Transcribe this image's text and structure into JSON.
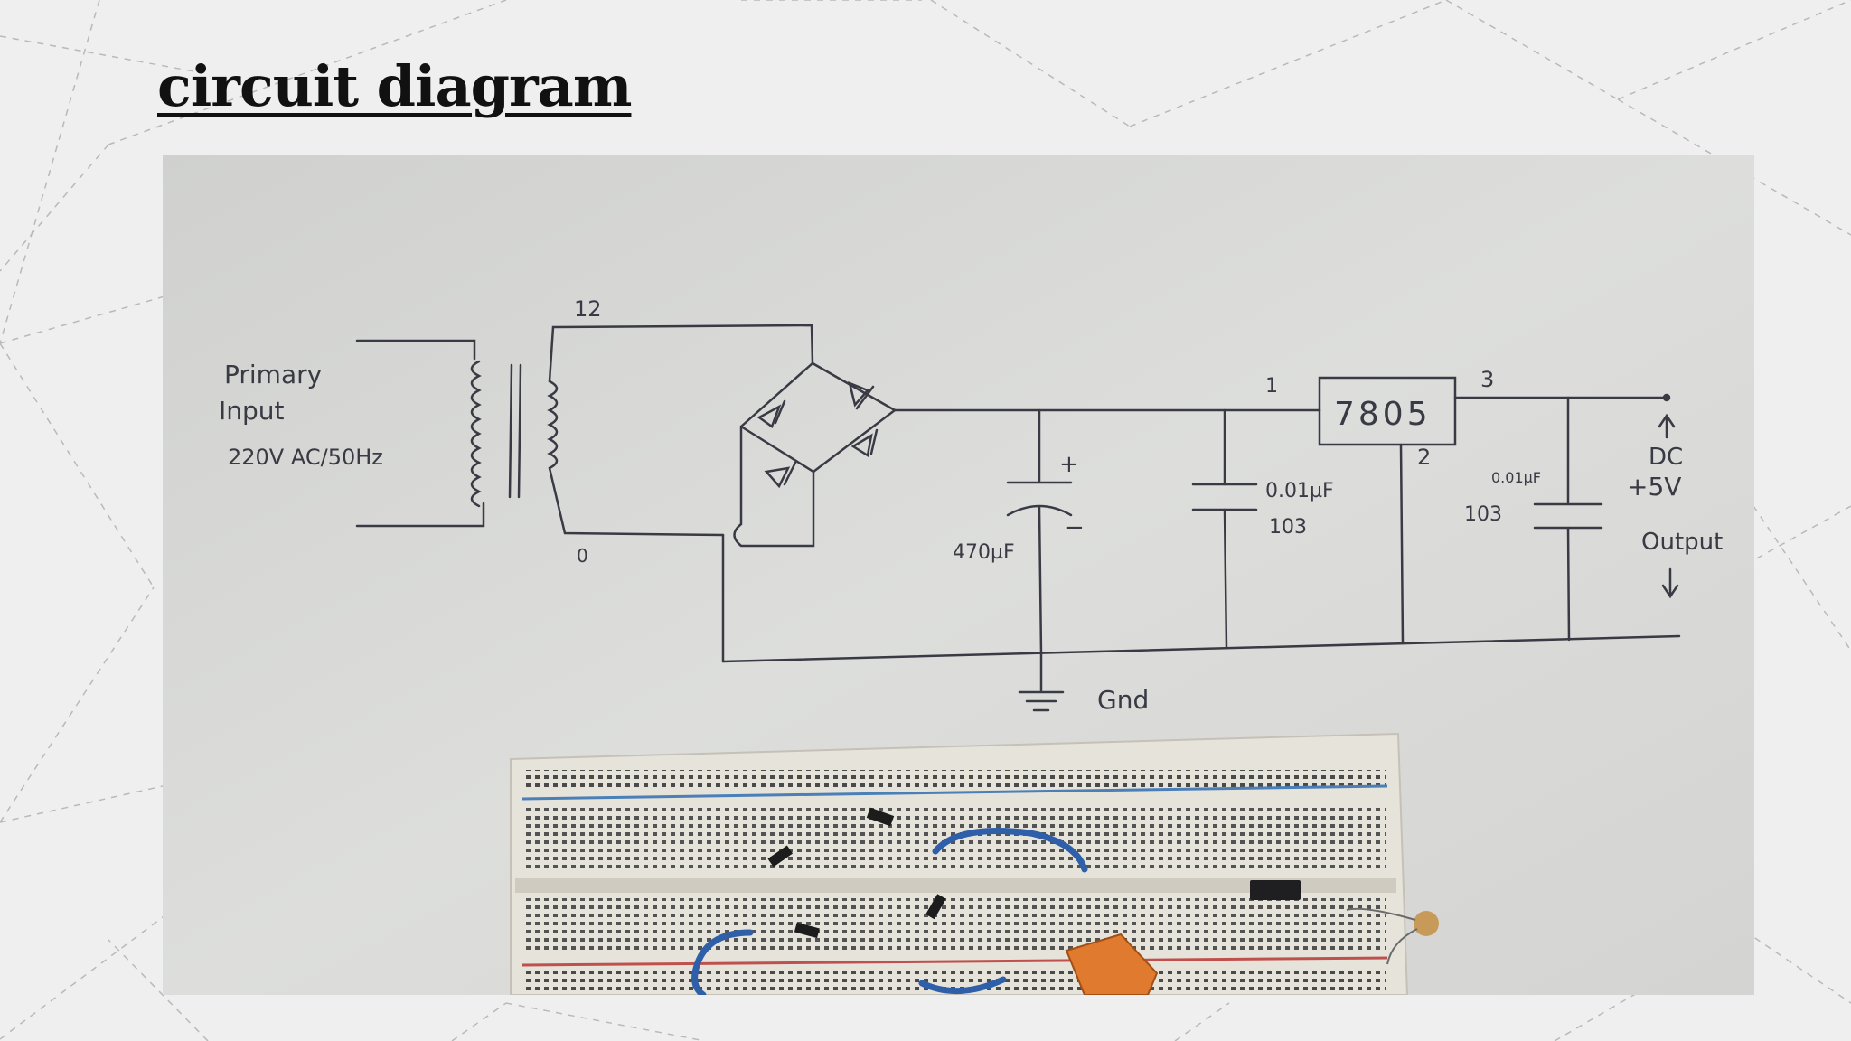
{
  "slide": {
    "title": "circuit diagram"
  },
  "diagram": {
    "input_label": [
      "Primary",
      "Input",
      "220V AC/50Hz"
    ],
    "secondary_top_label": "12",
    "secondary_bottom_label": "0",
    "regulator_label": "7805",
    "pin_labels": [
      "1",
      "2",
      "3"
    ],
    "filter_cap_label": "470µF",
    "cap_plus": "+",
    "cap_minus": "−",
    "decoupling_cap_in": [
      "0.01µF",
      "103"
    ],
    "decoupling_cap_out": [
      "0.01µF",
      "103"
    ],
    "output_label": [
      "DC",
      "+5V",
      "Output"
    ],
    "ground_label": "Gnd"
  },
  "colors": {
    "ink": "#3a3a44",
    "whiteboard": "#d8d8d6",
    "breadboard": "#e9e6de",
    "jumper_wire": "#2e5fa8",
    "terminal_block": "#e07a2e"
  }
}
